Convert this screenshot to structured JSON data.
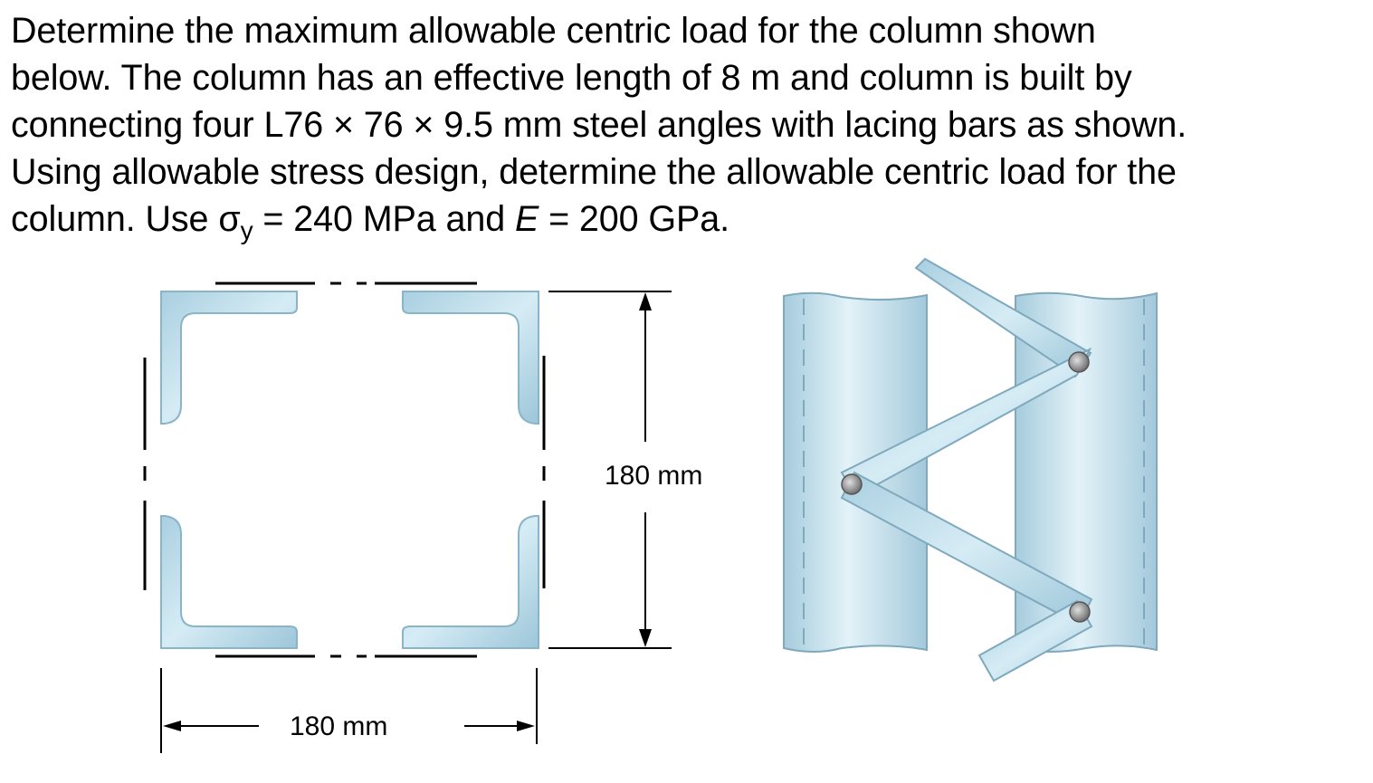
{
  "problem": {
    "line1": "Determine the maximum allowable centric load for the column shown",
    "line2": "below. The column has an effective length of 8 m and column is built by",
    "line3": "connecting four L76 × 76 × 9.5 mm steel angles with lacing bars as shown.",
    "line4": "Using allowable stress design, determine the allowable centric load for the",
    "line5_prefix": "column. Use ",
    "sigma": "σ",
    "sigma_sub": "y",
    "line5_mid": " = 240 MPa and ",
    "E_symbol": "E",
    "line5_suffix": " = 200 GPa."
  },
  "figure": {
    "width_dimension": "180 mm",
    "height_dimension": "180 mm"
  },
  "colors": {
    "steel_fill": "#bcdcea",
    "steel_edge": "#7fa9bd",
    "line": "#000000"
  }
}
